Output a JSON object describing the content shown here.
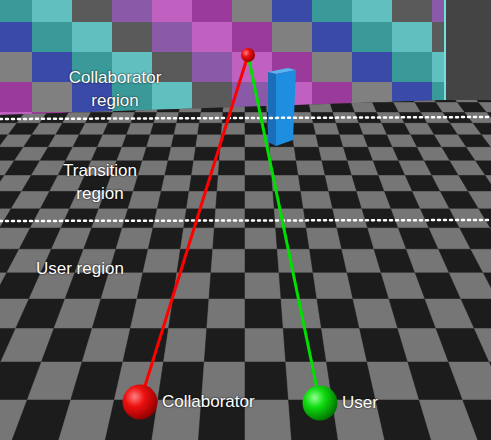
{
  "diagram": {
    "nodes": [
      {
        "text": [
          "Collaborator"
        ]
      },
      {
        "text": [
          "User"
        ]
      }
    ],
    "labels": [
      "Collaborator region",
      "Transition region",
      "User region"
    ]
  }
}
